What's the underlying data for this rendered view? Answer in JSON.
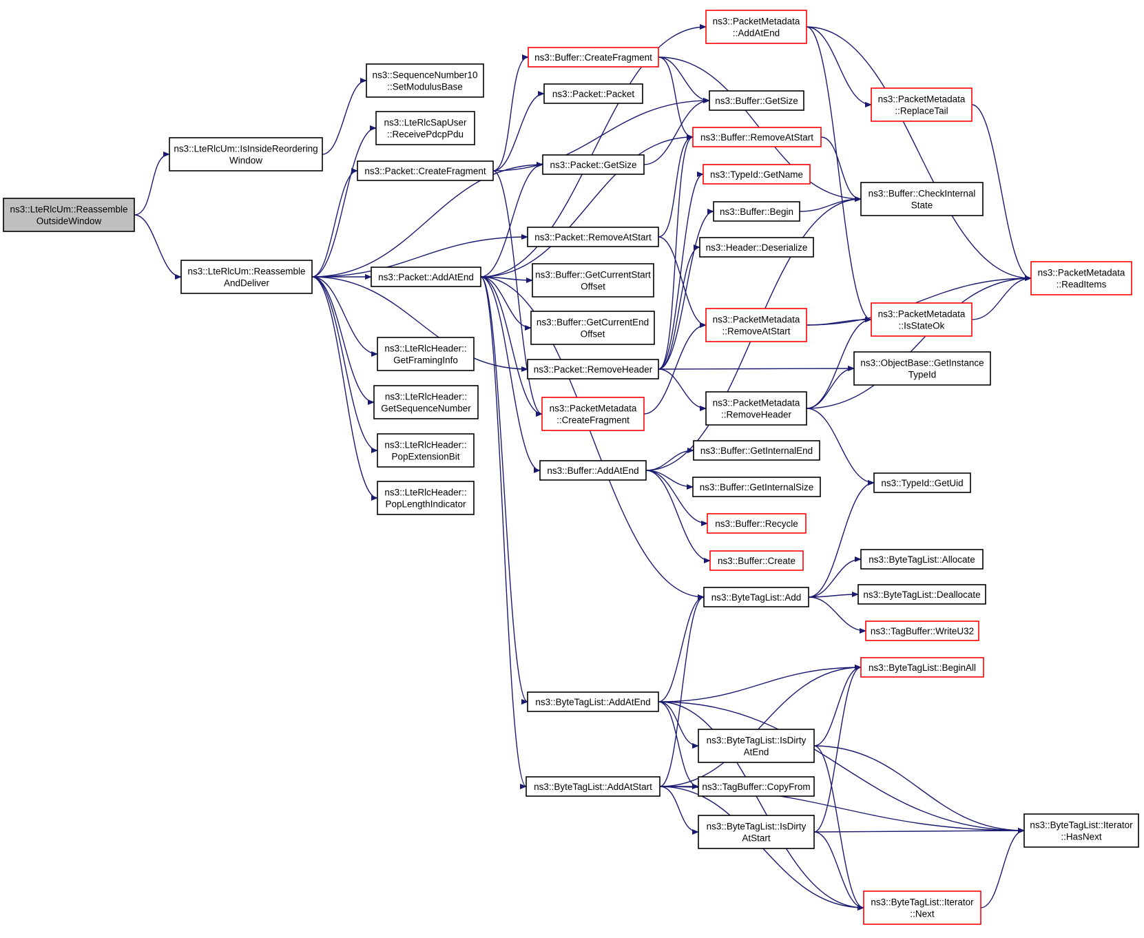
{
  "colors": {
    "edge": "#191970",
    "border_normal": "#000000",
    "border_truncated": "#ff0000",
    "fill_root": "#bfbfbf",
    "fill_node": "#ffffff"
  },
  "nodes": [
    {
      "id": "root",
      "lines": [
        "ns3::LteRlcUm::Reassemble",
        "OutsideWindow"
      ],
      "style": "root"
    },
    {
      "id": "isinside",
      "lines": [
        "ns3::LteRlcUm::IsInsideReordering",
        "Window"
      ],
      "style": "normal"
    },
    {
      "id": "reassemble",
      "lines": [
        "ns3::LteRlcUm::Reassemble",
        "AndDeliver"
      ],
      "style": "normal"
    },
    {
      "id": "setmod",
      "lines": [
        "ns3::SequenceNumber10",
        "::SetModulusBase"
      ],
      "style": "normal"
    },
    {
      "id": "receivepdcp",
      "lines": [
        "ns3::LteRlcSapUser",
        "::ReceivePdcpPdu"
      ],
      "style": "normal"
    },
    {
      "id": "pkt_createfrag",
      "lines": [
        "ns3::Packet::CreateFragment"
      ],
      "style": "normal"
    },
    {
      "id": "pkt_addatend",
      "lines": [
        "ns3::Packet::AddAtEnd"
      ],
      "style": "normal"
    },
    {
      "id": "getframing",
      "lines": [
        "ns3::LteRlcHeader::",
        "GetFramingInfo"
      ],
      "style": "normal"
    },
    {
      "id": "getseq",
      "lines": [
        "ns3::LteRlcHeader::",
        "GetSequenceNumber"
      ],
      "style": "normal"
    },
    {
      "id": "popext",
      "lines": [
        "ns3::LteRlcHeader::",
        "PopExtensionBit"
      ],
      "style": "normal"
    },
    {
      "id": "poplen",
      "lines": [
        "ns3::LteRlcHeader::",
        "PopLengthIndicator"
      ],
      "style": "normal"
    },
    {
      "id": "buf_createfrag",
      "lines": [
        "ns3::Buffer::CreateFragment"
      ],
      "style": "truncated"
    },
    {
      "id": "pkt_packet",
      "lines": [
        "ns3::Packet::Packet"
      ],
      "style": "normal"
    },
    {
      "id": "pkt_getsize",
      "lines": [
        "ns3::Packet::GetSize"
      ],
      "style": "normal"
    },
    {
      "id": "pkt_removeatstart",
      "lines": [
        "ns3::Packet::RemoveAtStart"
      ],
      "style": "normal"
    },
    {
      "id": "buf_getcurstart",
      "lines": [
        "ns3::Buffer::GetCurrentStart",
        "Offset"
      ],
      "style": "normal"
    },
    {
      "id": "buf_getcurend",
      "lines": [
        "ns3::Buffer::GetCurrentEnd",
        "Offset"
      ],
      "style": "normal"
    },
    {
      "id": "pkt_removeheader",
      "lines": [
        "ns3::Packet::RemoveHeader"
      ],
      "style": "normal"
    },
    {
      "id": "pm_createfrag",
      "lines": [
        "ns3::PacketMetadata",
        "::CreateFragment"
      ],
      "style": "truncated"
    },
    {
      "id": "buf_addatend",
      "lines": [
        "ns3::Buffer::AddAtEnd"
      ],
      "style": "normal"
    },
    {
      "id": "btl_addatend",
      "lines": [
        "ns3::ByteTagList::AddAtEnd"
      ],
      "style": "normal"
    },
    {
      "id": "btl_addatstart",
      "lines": [
        "ns3::ByteTagList::AddAtStart"
      ],
      "style": "normal"
    },
    {
      "id": "pm_addatend",
      "lines": [
        "ns3::PacketMetadata",
        "::AddAtEnd"
      ],
      "style": "truncated"
    },
    {
      "id": "buf_getsize",
      "lines": [
        "ns3::Buffer::GetSize"
      ],
      "style": "normal"
    },
    {
      "id": "buf_removeatstart",
      "lines": [
        "ns3::Buffer::RemoveAtStart"
      ],
      "style": "truncated"
    },
    {
      "id": "typeid_getname",
      "lines": [
        "ns3::TypeId::GetName"
      ],
      "style": "truncated"
    },
    {
      "id": "buf_begin",
      "lines": [
        "ns3::Buffer::Begin"
      ],
      "style": "normal"
    },
    {
      "id": "hdr_deserialize",
      "lines": [
        "ns3::Header::Deserialize"
      ],
      "style": "normal"
    },
    {
      "id": "pm_removeatstart",
      "lines": [
        "ns3::PacketMetadata",
        "::RemoveAtStart"
      ],
      "style": "truncated"
    },
    {
      "id": "pm_removeheader",
      "lines": [
        "ns3::PacketMetadata",
        "::RemoveHeader"
      ],
      "style": "normal"
    },
    {
      "id": "buf_getinternalend",
      "lines": [
        "ns3::Buffer::GetInternalEnd"
      ],
      "style": "normal"
    },
    {
      "id": "buf_getinternalsize",
      "lines": [
        "ns3::Buffer::GetInternalSize"
      ],
      "style": "normal"
    },
    {
      "id": "buf_recycle",
      "lines": [
        "ns3::Buffer::Recycle"
      ],
      "style": "truncated"
    },
    {
      "id": "buf_create",
      "lines": [
        "ns3::Buffer::Create"
      ],
      "style": "truncated"
    },
    {
      "id": "btl_add",
      "lines": [
        "ns3::ByteTagList::Add"
      ],
      "style": "normal"
    },
    {
      "id": "btl_isdirtyend",
      "lines": [
        "ns3::ByteTagList::IsDirty",
        "AtEnd"
      ],
      "style": "normal"
    },
    {
      "id": "tb_copyfrom",
      "lines": [
        "ns3::TagBuffer::CopyFrom"
      ],
      "style": "normal"
    },
    {
      "id": "btl_isdirtystart",
      "lines": [
        "ns3::ByteTagList::IsDirty",
        "AtStart"
      ],
      "style": "normal"
    },
    {
      "id": "pm_replacetail",
      "lines": [
        "ns3::PacketMetadata",
        "::ReplaceTail"
      ],
      "style": "truncated"
    },
    {
      "id": "buf_checkinternal",
      "lines": [
        "ns3::Buffer::CheckInternal",
        "State"
      ],
      "style": "normal"
    },
    {
      "id": "pm_isstateok",
      "lines": [
        "ns3::PacketMetadata",
        "::IsStateOk"
      ],
      "style": "truncated"
    },
    {
      "id": "ob_getinstance",
      "lines": [
        "ns3::ObjectBase::GetInstance",
        "TypeId"
      ],
      "style": "normal"
    },
    {
      "id": "typeid_getuid",
      "lines": [
        "ns3::TypeId::GetUid"
      ],
      "style": "normal"
    },
    {
      "id": "btl_allocate",
      "lines": [
        "ns3::ByteTagList::Allocate"
      ],
      "style": "normal"
    },
    {
      "id": "btl_deallocate",
      "lines": [
        "ns3::ByteTagList::Deallocate"
      ],
      "style": "normal"
    },
    {
      "id": "tb_writeu32",
      "lines": [
        "ns3::TagBuffer::WriteU32"
      ],
      "style": "truncated"
    },
    {
      "id": "btl_beginall",
      "lines": [
        "ns3::ByteTagList::BeginAll"
      ],
      "style": "truncated"
    },
    {
      "id": "pm_readitems",
      "lines": [
        "ns3::PacketMetadata",
        "::ReadItems"
      ],
      "style": "truncated"
    },
    {
      "id": "btl_it_hasnext",
      "lines": [
        "ns3::ByteTagList::Iterator",
        "::HasNext"
      ],
      "style": "normal"
    },
    {
      "id": "btl_it_next",
      "lines": [
        "ns3::ByteTagList::Iterator",
        "::Next"
      ],
      "style": "truncated"
    }
  ],
  "edges": [
    [
      "root",
      "isinside"
    ],
    [
      "root",
      "reassemble"
    ],
    [
      "isinside",
      "setmod"
    ],
    [
      "reassemble",
      "receivepdcp"
    ],
    [
      "reassemble",
      "pkt_createfrag"
    ],
    [
      "reassemble",
      "pkt_getsize"
    ],
    [
      "reassemble",
      "pkt_removeatstart"
    ],
    [
      "reassemble",
      "pkt_addatend"
    ],
    [
      "reassemble",
      "pkt_removeheader"
    ],
    [
      "reassemble",
      "getframing"
    ],
    [
      "reassemble",
      "getseq"
    ],
    [
      "reassemble",
      "popext"
    ],
    [
      "reassemble",
      "poplen"
    ],
    [
      "pkt_createfrag",
      "buf_createfrag"
    ],
    [
      "pkt_createfrag",
      "pkt_packet"
    ],
    [
      "pkt_createfrag",
      "buf_getsize"
    ],
    [
      "pkt_createfrag",
      "pm_createfrag"
    ],
    [
      "pkt_addatend",
      "pm_addatend"
    ],
    [
      "pkt_addatend",
      "pkt_getsize"
    ],
    [
      "pkt_addatend",
      "buf_removeatstart"
    ],
    [
      "pkt_addatend",
      "buf_getcurstart"
    ],
    [
      "pkt_addatend",
      "buf_getcurend"
    ],
    [
      "pkt_addatend",
      "pm_createfrag"
    ],
    [
      "pkt_addatend",
      "buf_addatend"
    ],
    [
      "pkt_addatend",
      "btl_add"
    ],
    [
      "pkt_addatend",
      "btl_addatend"
    ],
    [
      "pkt_addatend",
      "btl_addatstart"
    ],
    [
      "pkt_getsize",
      "buf_getsize"
    ],
    [
      "pkt_removeatstart",
      "buf_removeatstart"
    ],
    [
      "pkt_removeatstart",
      "pm_removeatstart"
    ],
    [
      "pkt_removeheader",
      "buf_removeatstart"
    ],
    [
      "pkt_removeheader",
      "typeid_getname"
    ],
    [
      "pkt_removeheader",
      "buf_begin"
    ],
    [
      "pkt_removeheader",
      "hdr_deserialize"
    ],
    [
      "pkt_removeheader",
      "ob_getinstance"
    ],
    [
      "pkt_removeheader",
      "pm_removeheader"
    ],
    [
      "buf_createfrag",
      "buf_getsize"
    ],
    [
      "buf_createfrag",
      "buf_removeatstart"
    ],
    [
      "buf_createfrag",
      "buf_checkinternal"
    ],
    [
      "pm_addatend",
      "pm_replacetail"
    ],
    [
      "pm_addatend",
      "pm_isstateok"
    ],
    [
      "pm_addatend",
      "pm_readitems"
    ],
    [
      "buf_removeatstart",
      "buf_checkinternal"
    ],
    [
      "buf_begin",
      "buf_checkinternal"
    ],
    [
      "pm_removeatstart",
      "pm_isstateok"
    ],
    [
      "pm_removeatstart",
      "pm_readitems"
    ],
    [
      "pm_createfrag",
      "pm_removeatstart"
    ],
    [
      "pm_removeheader",
      "pm_isstateok"
    ],
    [
      "pm_removeheader",
      "ob_getinstance"
    ],
    [
      "pm_removeheader",
      "pm_readitems"
    ],
    [
      "pm_removeheader",
      "typeid_getuid"
    ],
    [
      "pm_replacetail",
      "pm_readitems"
    ],
    [
      "pm_isstateok",
      "pm_readitems"
    ],
    [
      "buf_addatend",
      "buf_getinternalend"
    ],
    [
      "buf_addatend",
      "buf_getinternalsize"
    ],
    [
      "buf_addatend",
      "buf_recycle"
    ],
    [
      "buf_addatend",
      "buf_create"
    ],
    [
      "buf_addatend",
      "buf_checkinternal"
    ],
    [
      "btl_add",
      "typeid_getuid"
    ],
    [
      "btl_add",
      "btl_allocate"
    ],
    [
      "btl_add",
      "btl_deallocate"
    ],
    [
      "btl_add",
      "tb_writeu32"
    ],
    [
      "btl_addatend",
      "btl_add"
    ],
    [
      "btl_addatend",
      "btl_beginall"
    ],
    [
      "btl_addatend",
      "btl_isdirtyend"
    ],
    [
      "btl_addatend",
      "tb_copyfrom"
    ],
    [
      "btl_addatend",
      "btl_it_hasnext"
    ],
    [
      "btl_addatend",
      "btl_it_next"
    ],
    [
      "btl_addatstart",
      "btl_add"
    ],
    [
      "btl_addatstart",
      "btl_beginall"
    ],
    [
      "btl_addatstart",
      "tb_copyfrom"
    ],
    [
      "btl_addatstart",
      "btl_isdirtystart"
    ],
    [
      "btl_addatstart",
      "btl_it_hasnext"
    ],
    [
      "btl_addatstart",
      "btl_it_next"
    ],
    [
      "btl_isdirtyend",
      "btl_beginall"
    ],
    [
      "btl_isdirtyend",
      "btl_it_hasnext"
    ],
    [
      "btl_isdirtyend",
      "btl_it_next"
    ],
    [
      "btl_isdirtystart",
      "btl_beginall"
    ],
    [
      "btl_isdirtystart",
      "btl_it_hasnext"
    ],
    [
      "btl_isdirtystart",
      "btl_it_next"
    ],
    [
      "btl_it_next",
      "btl_it_hasnext"
    ]
  ]
}
